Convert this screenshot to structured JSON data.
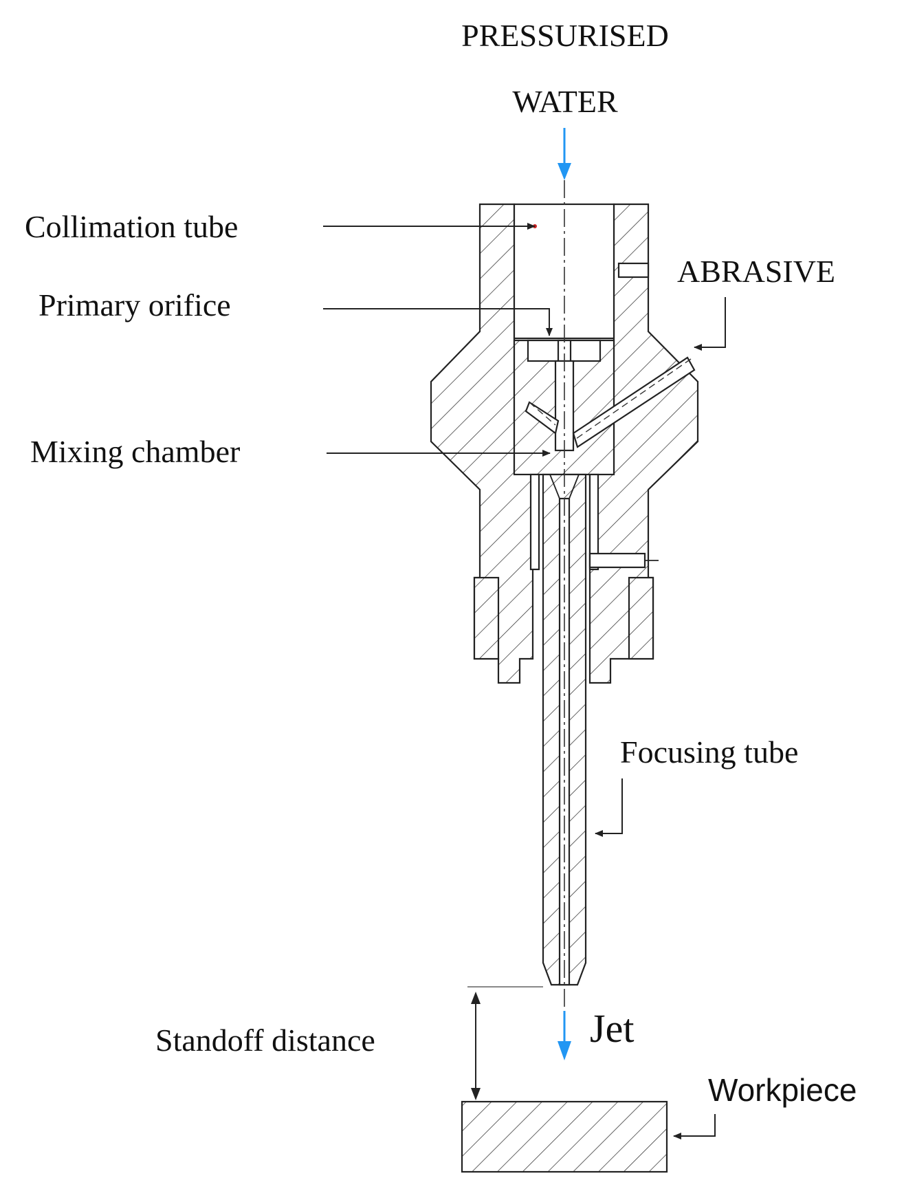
{
  "labels": {
    "inlet_line1": "PRESSURISED",
    "inlet_line2": "WATER",
    "collimation_tube": "Collimation tube",
    "primary_orifice": "Primary orifice",
    "mixing_chamber": "Mixing chamber",
    "abrasive": "ABRASIVE",
    "focusing_tube": "Focusing tube",
    "jet": "Jet",
    "standoff_distance": "Standoff distance",
    "workpiece": "Workpiece"
  },
  "colors": {
    "flow_arrow": "#2196F3",
    "line": "#222222",
    "marker": "#cc2222"
  }
}
